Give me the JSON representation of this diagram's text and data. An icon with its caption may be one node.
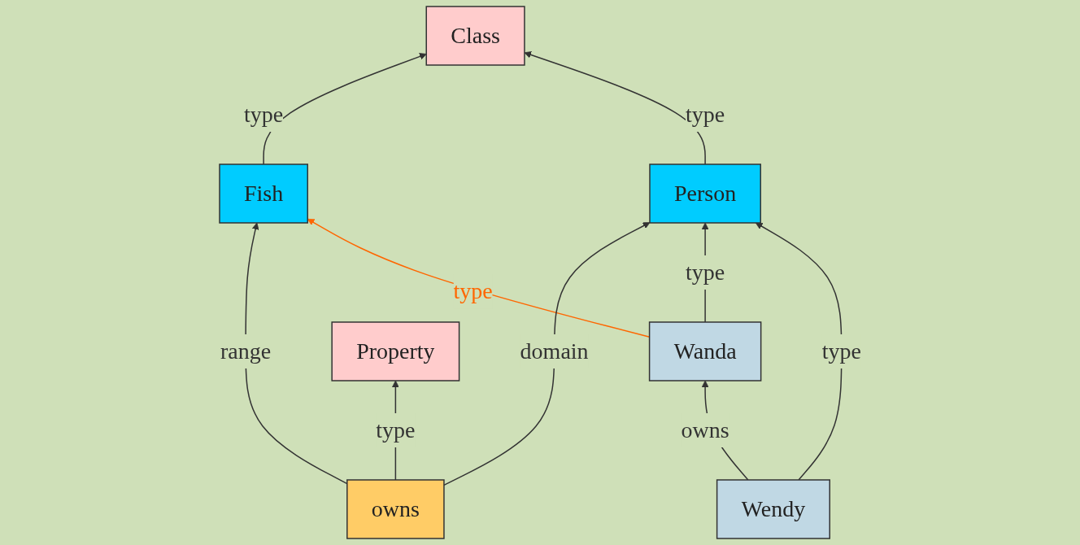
{
  "diagram": {
    "nodes": [
      {
        "text": [
          "Class"
        ]
      },
      {
        "text": [
          "Property"
        ]
      },
      {
        "text": [
          "Person"
        ]
      },
      {
        "text": [
          "Fish"
        ]
      },
      {
        "text": [
          "owns"
        ]
      },
      {
        "text": [
          "Wendy"
        ]
      },
      {
        "text": [
          "Wanda"
        ]
      }
    ],
    "edges": [
      {
        "from": 2,
        "to": 0,
        "arrow": "to",
        "label": "type"
      },
      {
        "from": 3,
        "to": 0,
        "arrow": "to",
        "label": "type"
      },
      {
        "from": 4,
        "to": 1,
        "arrow": "to",
        "label": "type"
      },
      {
        "from": 5,
        "to": 2,
        "arrow": "to",
        "label": "type"
      },
      {
        "from": 6,
        "to": 2,
        "arrow": "to",
        "label": "type"
      },
      {
        "from": 6,
        "to": 3,
        "arrow": "to",
        "label": "type",
        "color": "#ff6600"
      },
      {
        "from": 4,
        "to": 3,
        "arrow": "to",
        "label": "range"
      },
      {
        "from": 4,
        "to": 2,
        "arrow": "to",
        "label": "domain"
      },
      {
        "from": 5,
        "to": 6,
        "arrow": "to",
        "label": "owns"
      }
    ]
  }
}
